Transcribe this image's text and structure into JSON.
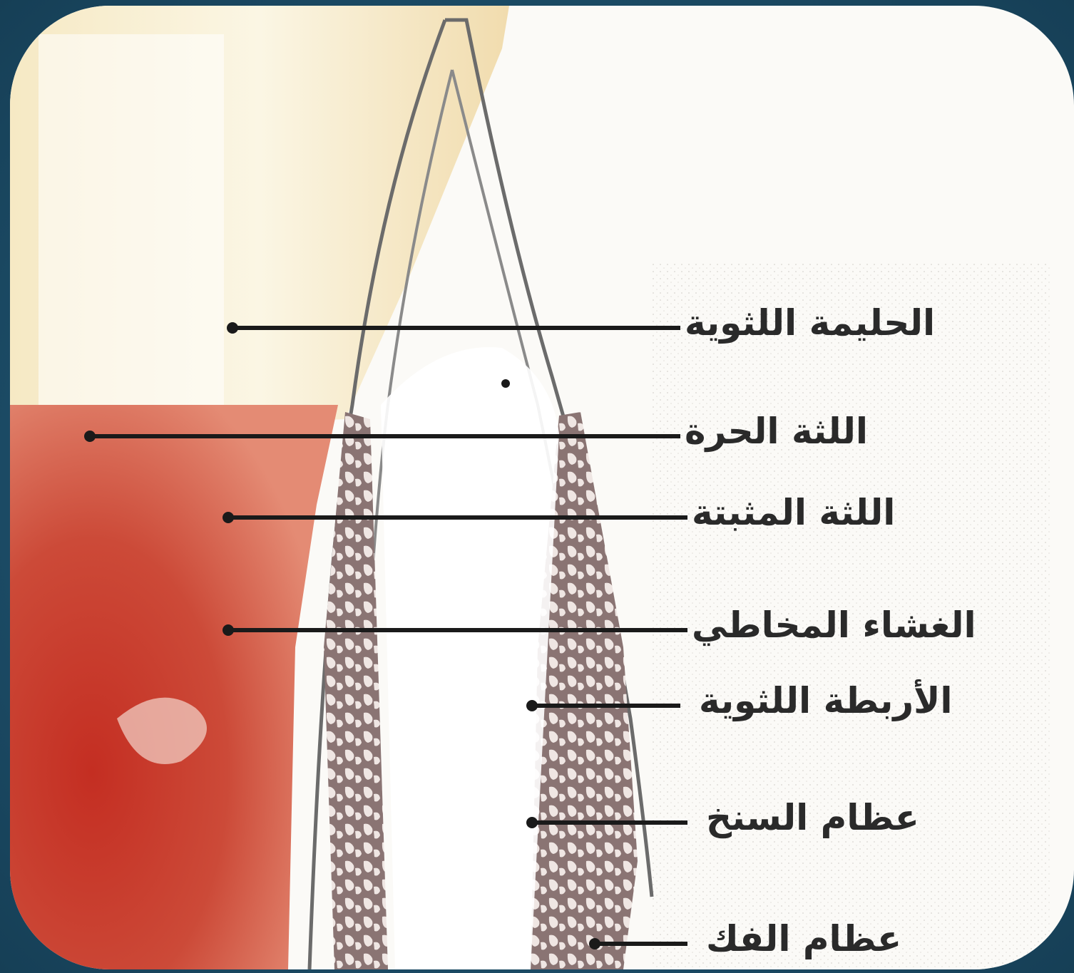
{
  "diagram": {
    "labels": [
      "الحليمة اللثوية",
      "اللثة الحرة",
      "اللثة المثبتة",
      "الغشاء المخاطي",
      "الأربطة اللثوية",
      "عظام السنخ",
      "عظام الفك"
    ]
  },
  "colors": {
    "frame": "#1d4f6b",
    "card": "#fbfaf7",
    "mucosa_red": "#c23a2a",
    "bone": "#7d6766",
    "leader": "#1a1a1a"
  }
}
